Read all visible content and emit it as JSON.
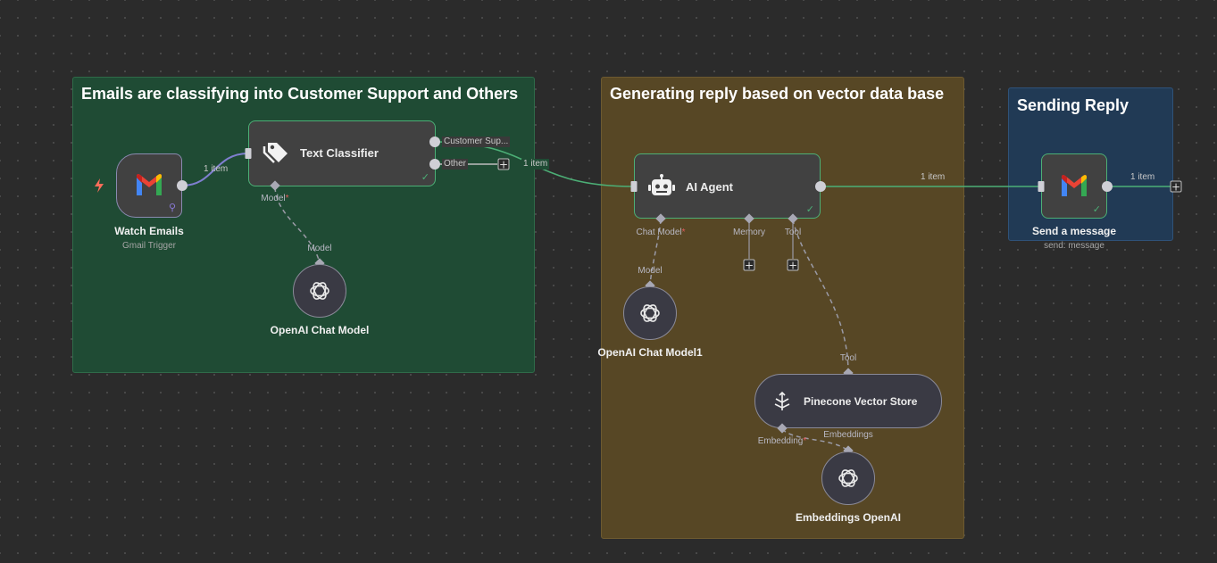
{
  "groups": {
    "classify": {
      "title": "Emails are classifying into Customer Support and Others"
    },
    "generate": {
      "title": "Generating reply based on vector data base"
    },
    "send": {
      "title": "Sending Reply"
    }
  },
  "nodes": {
    "watch_emails": {
      "label": "Watch Emails",
      "sub": "Gmail Trigger"
    },
    "text_classifier": {
      "label": "Text Classifier",
      "outputs": [
        "Customer Sup...",
        "Other"
      ],
      "input_model": "Model"
    },
    "openai_chat_model": {
      "label": "OpenAI Chat Model",
      "port": "Model"
    },
    "ai_agent": {
      "label": "AI Agent",
      "ports": {
        "chat_model": "Chat Model",
        "memory": "Memory",
        "tool": "Tool"
      }
    },
    "openai_chat_model1": {
      "label": "OpenAI Chat Model1",
      "port": "Model"
    },
    "pinecone": {
      "label": "Pinecone Vector Store",
      "port_top": "Tool",
      "port_embedding": "Embedding"
    },
    "embeddings_openai": {
      "label": "Embeddings OpenAI",
      "port": "Embeddings"
    },
    "send_message": {
      "label": "Send a message",
      "sub": "send: message"
    }
  },
  "connections": {
    "c1": "1 item",
    "c2": "1 item",
    "c3": "1 item",
    "c4": "1 item"
  },
  "required_marker": "*",
  "colors": {
    "success": "#4caf76",
    "group_green": "#1f4b34",
    "group_gold": "#574725",
    "group_blue": "#213a55",
    "trigger": "#ff6d5a"
  },
  "icons": [
    "gmail-icon",
    "tag-icon",
    "robot-icon",
    "openai-icon",
    "pinecone-icon",
    "lightning-icon",
    "check-icon",
    "plus-icon"
  ]
}
